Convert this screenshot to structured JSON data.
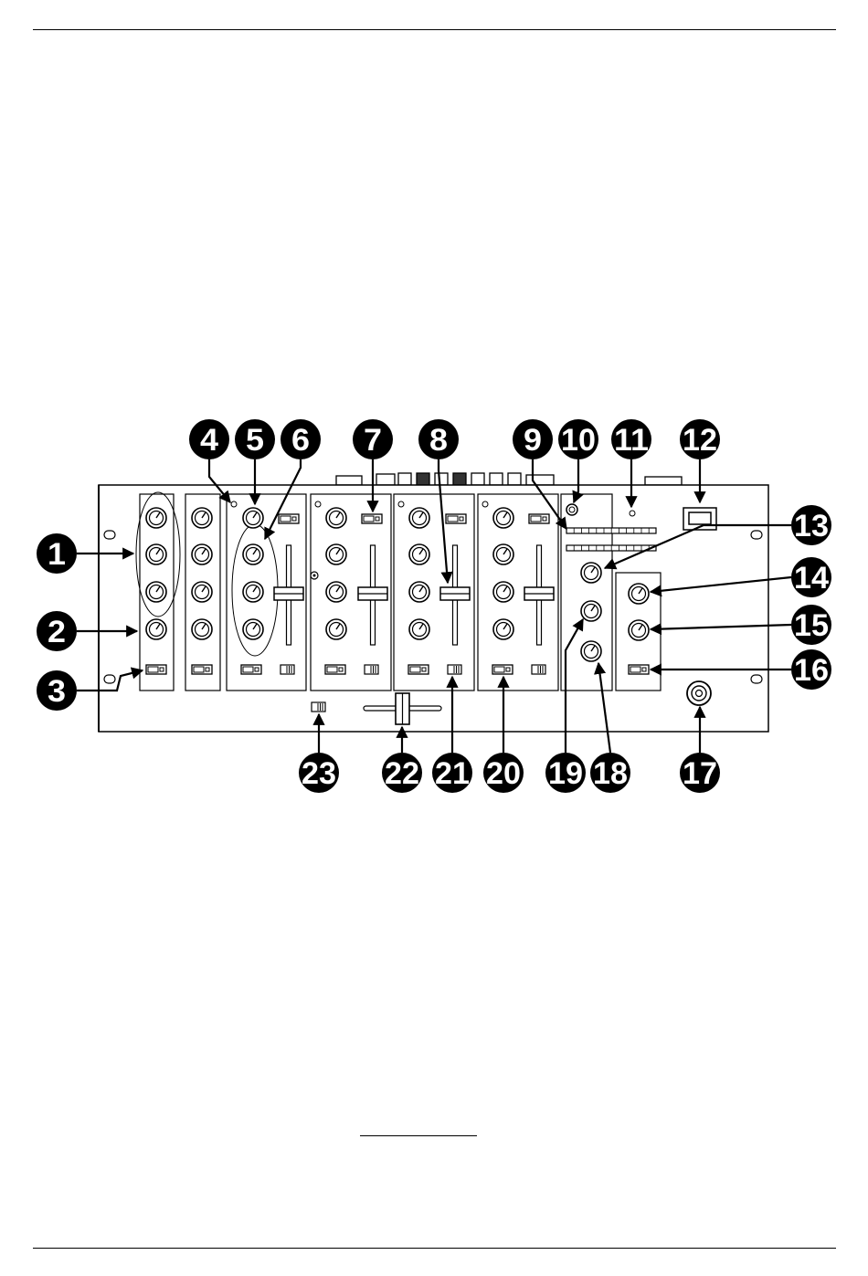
{
  "diagram": {
    "callouts": [
      "1",
      "2",
      "3",
      "4",
      "5",
      "6",
      "7",
      "8",
      "9",
      "10",
      "11",
      "12",
      "13",
      "14",
      "15",
      "16",
      "17",
      "18",
      "19",
      "20",
      "21",
      "22",
      "23"
    ],
    "colors": {
      "ink": "#000000",
      "paper": "#ffffff",
      "shade": "#dddddd"
    }
  }
}
